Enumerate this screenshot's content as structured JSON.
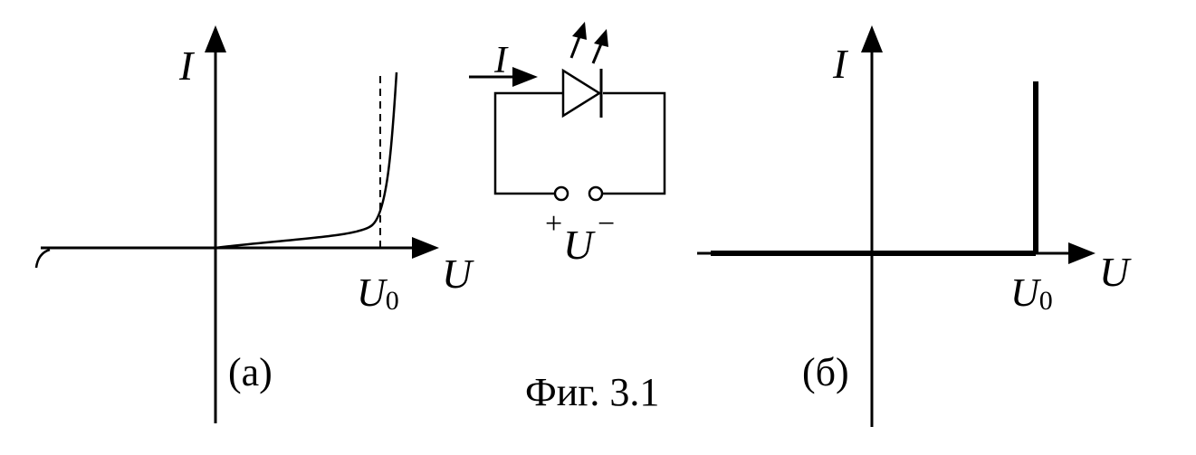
{
  "figure_caption": "Фиг. 3.1",
  "panel_a": {
    "label": "(а)",
    "y_axis_label": "I",
    "x_axis_label": "U",
    "threshold_label": "U",
    "threshold_subscript": "0"
  },
  "circuit": {
    "current_label": "I",
    "source_plus": "+",
    "source_label": "U",
    "source_minus": "−"
  },
  "panel_b": {
    "label": "(б)",
    "y_axis_label": "I",
    "x_axis_label": "U",
    "threshold_label": "U",
    "threshold_subscript": "0"
  },
  "colors": {
    "ink": "#000000",
    "background": "#ffffff"
  }
}
